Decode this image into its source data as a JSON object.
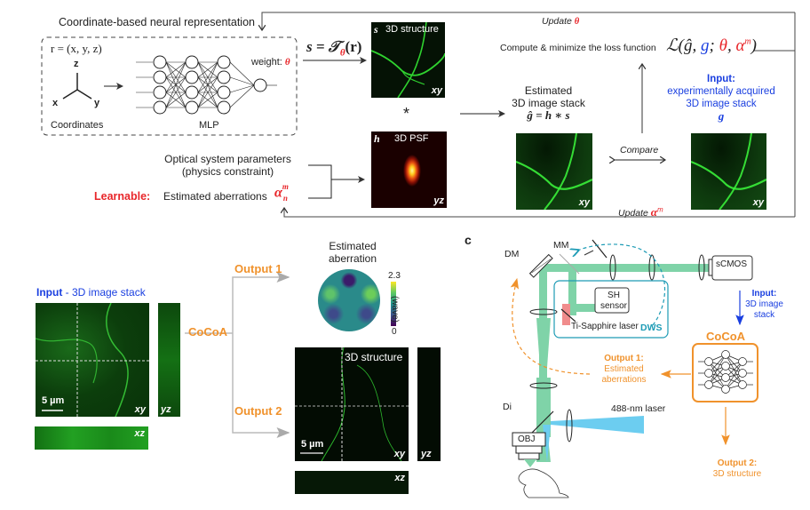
{
  "panel_a": {
    "header_inr": "Coordinate-based neural representation",
    "coords_eq": "r = (x, y, z)",
    "axis_z": "z",
    "axis_x": "x",
    "axis_y": "y",
    "coords_label": "Coordinates",
    "mlp_label": "MLP",
    "weight_label": "weight:",
    "theta": "θ",
    "mapping_eq_prefix": "s = 𝒯",
    "mapping_eq_suffix": "(r)",
    "structure_tag": "s",
    "structure_title": "3D structure",
    "structure_view": "xy",
    "conv_symbol": "*",
    "psf_tag": "h",
    "psf_title": "3D PSF",
    "psf_view": "yz",
    "optical_params_line1": "Optical system parameters",
    "optical_params_line2": "(physics constraint)",
    "learnable_label": "Learnable:",
    "est_aberrations": "Estimated aberrations",
    "alpha": "α",
    "alpha_sup": "m",
    "alpha_sub": "n",
    "update_theta": "Update",
    "update_alpha": "Update",
    "loss_text": "Compute & minimize the loss function",
    "loss_prefix": "ℒ(",
    "loss_ghat": "ĝ",
    "loss_g": "g",
    "estimated_stack_line1": "Estimated",
    "estimated_stack_line2": "3D image stack",
    "estimated_eq": "ĝ = h ∗ s",
    "estimated_view": "xy",
    "input_title": "Input:",
    "input_line1": "experimentally acquired",
    "input_line2": "3D image stack",
    "input_symbol": "g",
    "input_view": "xy",
    "compare_label": "Compare"
  },
  "panel_b": {
    "input_bold": "Input",
    "input_rest": " - 3D image stack",
    "scale_bar": "5 µm",
    "views": {
      "xy": "xy",
      "yz": "yz",
      "xz": "xz"
    },
    "cocoa": "CoCoA",
    "output1": "Output 1",
    "output2": "Output 2",
    "aberration_title_line1": "Estimated",
    "aberration_title_line2": "aberration",
    "colorbar_max": "2.3",
    "colorbar_min": "0",
    "colorbar_unit": "(wave)",
    "structure_title": "3D structure",
    "out_scale_bar": "5 µm"
  },
  "panel_c": {
    "panel_letter": "c",
    "dm": "DM",
    "mm": "MM",
    "scmos": "sCMOS",
    "sh_line1": "SH",
    "sh_line2": "sensor",
    "ti_sapphire": "Ti-Sapphire laser",
    "dws": "DWS",
    "di": "Di",
    "laser488": "488-nm laser",
    "obj": "OBJ",
    "input_title": "Input:",
    "input_line1": "3D image",
    "input_line2": "stack",
    "cocoa": "CoCoA",
    "output1_title": "Output 1:",
    "output1_line1": "Estimated",
    "output1_line2": "aberrations",
    "output2_title": "Output 2:",
    "output2_line1": "3D structure"
  },
  "colors": {
    "red": "#e8262a",
    "blue": "#1a3fe0",
    "orange": "#f0922c",
    "teal": "#1d9bb5",
    "beam_green": "#7fd3a8",
    "beam_blue": "#6ccdf0",
    "ti_red": "#f08c8c"
  }
}
